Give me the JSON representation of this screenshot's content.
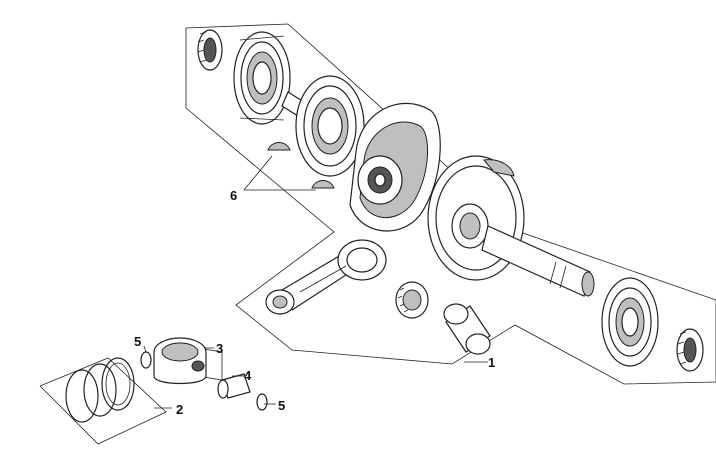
{
  "diagram": {
    "callouts": [
      {
        "id": "1",
        "text": "1"
      },
      {
        "id": "2",
        "text": "2"
      },
      {
        "id": "3",
        "text": "3"
      },
      {
        "id": "4",
        "text": "4"
      },
      {
        "id": "5a",
        "text": "5"
      },
      {
        "id": "5b",
        "text": "5"
      },
      {
        "id": "6",
        "text": "6"
      }
    ]
  }
}
